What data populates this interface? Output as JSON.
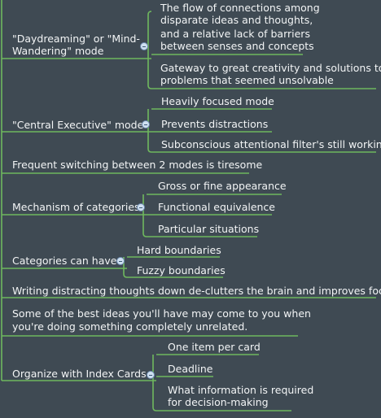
{
  "nodes": {
    "daydream": {
      "label": "\"Daydreaming\" or \"Mind-Wandering\" mode",
      "line1": "\"Daydreaming\" or \"Mind-",
      "line2": "Wandering\" mode",
      "children": {
        "c1": [
          "The flow of connections among",
          "disparate ideas and thoughts,",
          "and a relative lack of barriers",
          "between senses and concepts"
        ],
        "c2": [
          "Gateway to great creativity and solutions to",
          "problems that seemed unsolvable"
        ]
      }
    },
    "central": {
      "label": "\"Central Executive\" mode",
      "children": [
        "Heavily focused mode",
        "Prevents distractions",
        "Subconscious attentional filter's still working"
      ]
    },
    "switching": {
      "label": "Frequent switching between 2 modes is tiresome"
    },
    "mechanism": {
      "label": "Mechanism of categories",
      "children": [
        "Gross or fine appearance",
        "Functional equivalence",
        "Particular situations"
      ]
    },
    "categories": {
      "label": "Categories can have",
      "children": [
        "Hard boundaries",
        "Fuzzy boundaries"
      ]
    },
    "writing": {
      "label": "Writing distracting thoughts down de-clutters the brain and improves focus"
    },
    "best_ideas": {
      "line1": "Some of the best ideas you'll have may come to you when",
      "line2": "you're doing something completely unrelated."
    },
    "index_cards": {
      "label": "Organize with Index Cards",
      "children": {
        "c1": "One item per card",
        "c2": "Deadline",
        "c3": [
          "What information is required",
          "for decision-making"
        ]
      }
    }
  },
  "colors": {
    "background": "#3f4a53",
    "connector": "#6fb85e",
    "text": "#f2f4f5",
    "collapse_button": "#cfe0f1"
  }
}
